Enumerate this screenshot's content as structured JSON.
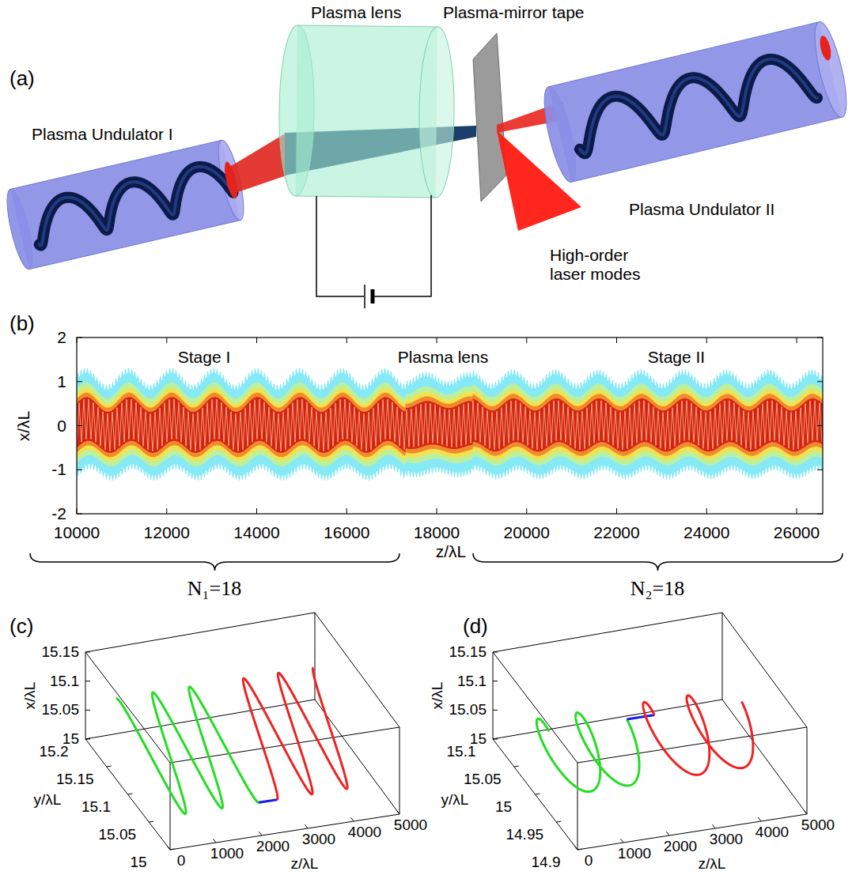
{
  "diagram": {
    "labels": [
      "(a)",
      "Plasma Undulator I",
      "Plasma lens",
      "Plasma-mirror tape",
      "Plasma Undulator II",
      "High-order laser modes",
      "(b)",
      "2",
      "1",
      "0",
      "-1",
      "-2",
      "x/λL",
      "Stage I",
      "Plasma lens",
      "Stage II",
      "10000",
      "12000",
      "14000",
      "16000",
      "18000",
      "20000",
      "22000",
      "24000",
      "26000",
      "z/λL",
      "N₁=18",
      "N₂=18",
      "(c)",
      "15.15",
      "15.1",
      "15.05",
      "15",
      "x/λL",
      "15.2",
      "15.15",
      "15.1",
      "15.05",
      "15",
      "y/λL",
      "0",
      "1000",
      "2000",
      "3000",
      "4000",
      "5000",
      "z/λL",
      "(d)",
      "15.15",
      "15.1",
      "15.05",
      "15",
      "x/λL",
      "15.1",
      "15.05",
      "15",
      "14.95",
      "14.9",
      "y/λL",
      "0",
      "1000",
      "2000",
      "3000",
      "4000",
      "5000",
      "z/λL"
    ]
  }
}
